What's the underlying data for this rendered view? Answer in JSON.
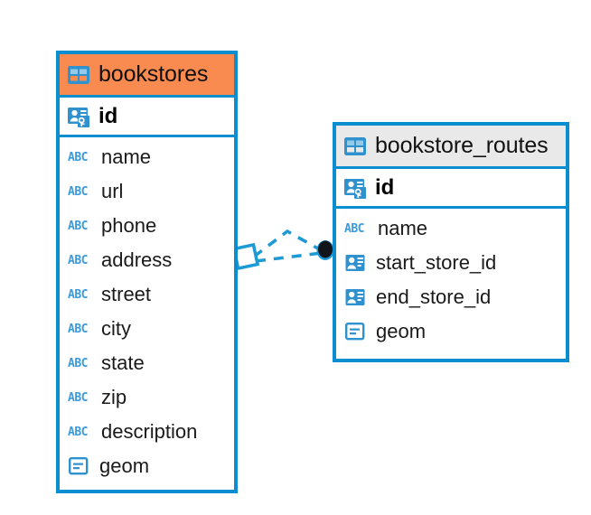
{
  "diagram": {
    "type": "entity-relationship-diagram",
    "background": "#ffffff",
    "accent_color": "#0b8ed0",
    "header_orange": "#f98a50",
    "header_gray": "#e9e9e9",
    "icon_blue": "#3a9bdc"
  },
  "entities": [
    {
      "name": "bookstores",
      "header_style": "orange",
      "primary_key": {
        "label": "id",
        "icon": "primary-key-icon"
      },
      "fields": [
        {
          "label": "name",
          "icon": "abc-text-icon"
        },
        {
          "label": "url",
          "icon": "abc-text-icon"
        },
        {
          "label": "phone",
          "icon": "abc-text-icon"
        },
        {
          "label": "address",
          "icon": "abc-text-icon"
        },
        {
          "label": "street",
          "icon": "abc-text-icon"
        },
        {
          "label": "city",
          "icon": "abc-text-icon"
        },
        {
          "label": "state",
          "icon": "abc-text-icon"
        },
        {
          "label": "zip",
          "icon": "abc-text-icon"
        },
        {
          "label": "description",
          "icon": "abc-text-icon"
        },
        {
          "label": "geom",
          "icon": "geometry-icon"
        }
      ]
    },
    {
      "name": "bookstore_routes",
      "header_style": "gray",
      "primary_key": {
        "label": "id",
        "icon": "primary-key-icon"
      },
      "fields": [
        {
          "label": "name",
          "icon": "abc-text-icon"
        },
        {
          "label": "start_store_id",
          "icon": "foreign-key-icon"
        },
        {
          "label": "end_store_id",
          "icon": "foreign-key-icon"
        },
        {
          "label": "geom",
          "icon": "geometry-icon"
        }
      ]
    }
  ],
  "relationship": {
    "source_entity": "bookstores",
    "target_entity": "bookstore_routes",
    "source_marker": "diamond-marker",
    "target_marker": "filled-circle-marker",
    "line_style": "dashed",
    "line_color": "#0b8ed0",
    "cardinality_lines": 2
  },
  "icon_glyphs": {
    "table_icon": "table-grid-icon",
    "abc_text": "ABC"
  }
}
